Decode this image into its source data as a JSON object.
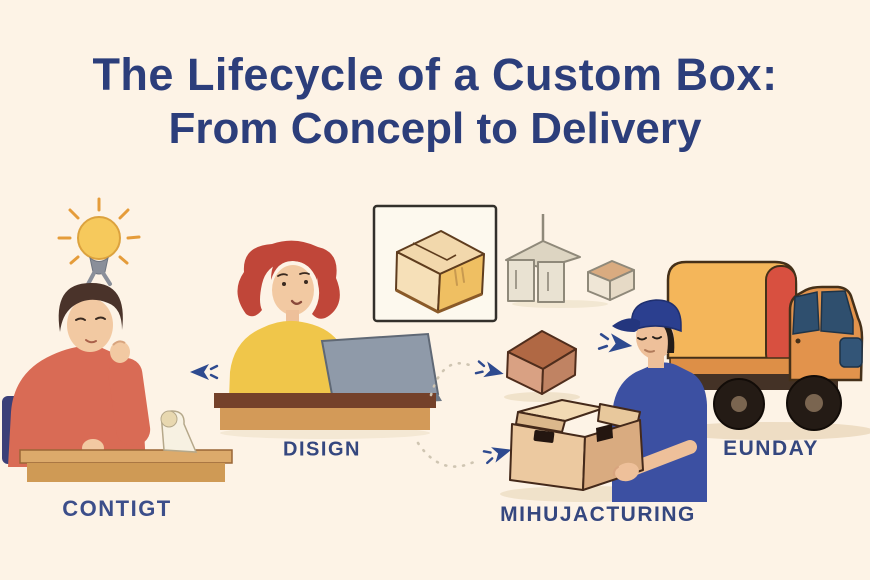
{
  "title": {
    "line1": "The Lifecycle of a Custom Box:",
    "line2": "From Concepl to Delivery"
  },
  "stages": [
    {
      "name": "concept",
      "label": "CONTIGT",
      "icon": "man-thinking-with-lightbulb"
    },
    {
      "name": "design",
      "label": "DISIGN",
      "icon": "woman-designing-on-laptop"
    },
    {
      "name": "manufacturing",
      "label": "MIHUJACTURING",
      "icon": "cardboard-boxes-and-machine"
    },
    {
      "name": "delivery",
      "label": "EUNDAY",
      "icon": "courier-with-box-and-truck"
    }
  ],
  "colors": {
    "background": "#fdf3e6",
    "title_text": "#2c3e7b",
    "label_text": "#35477f",
    "arrow_blue": "#2e4a8f",
    "bulb_yellow": "#f6c95c",
    "shirt_red": "#d96b55",
    "sweater_yellow": "#f0c64a",
    "hair_red": "#c04639",
    "laptop_gray": "#8f9aa9",
    "cardboard_tan": "#ecc9a0",
    "cap_navy": "#2b3f8f",
    "shirt_navy": "#3c50a2",
    "truck_cargo": "#f4b65a",
    "truck_cab": "#e2934c",
    "truck_stripe": "#d85040"
  }
}
